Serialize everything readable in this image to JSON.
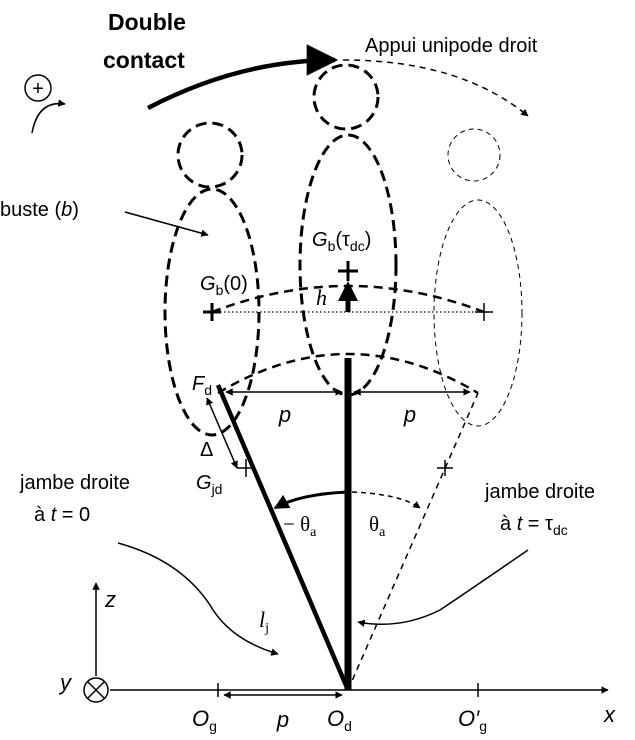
{
  "title": {
    "line1": "Double",
    "line2": "contact"
  },
  "labels": {
    "appui": "Appui unipode droit",
    "plus_sign": "+",
    "buste": "buste (",
    "buste_b": "b",
    "buste_close": ")",
    "G": "G",
    "b_sub": "b",
    "zero": "(0)",
    "tau_open": "(τ",
    "dc_sub": "dc",
    "close_paren": ")",
    "h": "h",
    "F": "F",
    "d_sub": "d",
    "p": "p",
    "delta": "Δ",
    "jd_sub": "jd",
    "jambe_left_1": "jambe droite",
    "jambe_left_2a": "à ",
    "jambe_left_2t": "t",
    "jambe_left_2b": " = 0",
    "minus_theta": "− θ",
    "theta": "θ",
    "a_sub": "a",
    "jambe_right_1": "jambe droite",
    "jambe_right_2a": "à ",
    "jambe_right_2t": "t",
    "jambe_right_2b": " = τ",
    "l": "l",
    "j_sub": "j",
    "z": "z",
    "y": "y",
    "x": "x",
    "O": "O",
    "g_sub": "g",
    "O_prime": "O′"
  }
}
